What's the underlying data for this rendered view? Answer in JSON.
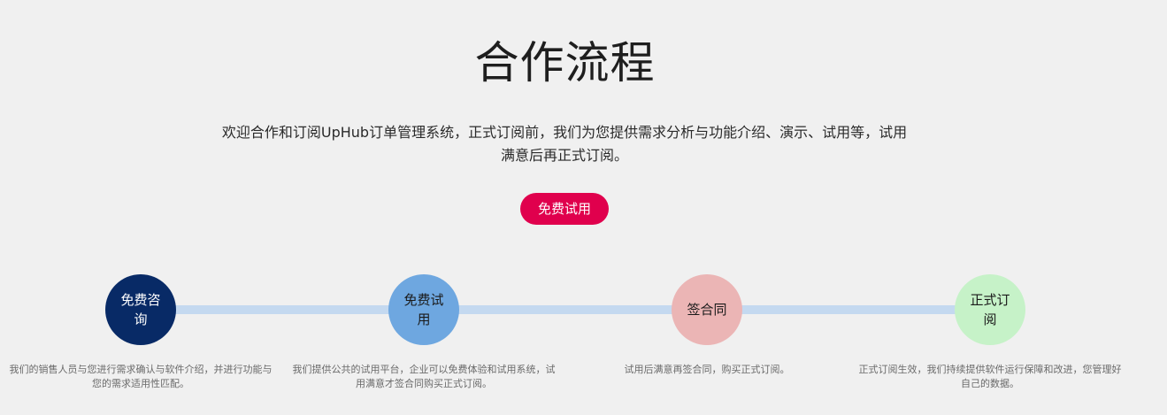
{
  "section": {
    "title": "合作流程",
    "intro": "欢迎合作和订阅UpHub订单管理系统，正式订阅前，我们为您提供需求分析与功能介绍、演示、试用等，试用满意后再正式订阅。",
    "cta_label": "免费试用"
  },
  "colors": {
    "background": "#f0f0f0",
    "cta": "#e0004d",
    "connector": "#c4d9f0",
    "step1": "#082a66",
    "step2": "#6ea7e0",
    "step3": "#ebb5b5",
    "step4": "#c6f2c8"
  },
  "steps": [
    {
      "label": "免费咨询",
      "description": "我们的销售人员与您进行需求确认与软件介绍，并进行功能与您的需求适用性匹配。"
    },
    {
      "label": "免费试用",
      "description": "我们提供公共的试用平台，企业可以免费体验和试用系统，试用满意才签合同购买正式订阅。"
    },
    {
      "label": "签合同",
      "description": "试用后满意再签合同，购买正式订阅。"
    },
    {
      "label": "正式订阅",
      "description": "正式订阅生效，我们持续提供软件运行保障和改进，您管理好自己的数据。"
    }
  ]
}
